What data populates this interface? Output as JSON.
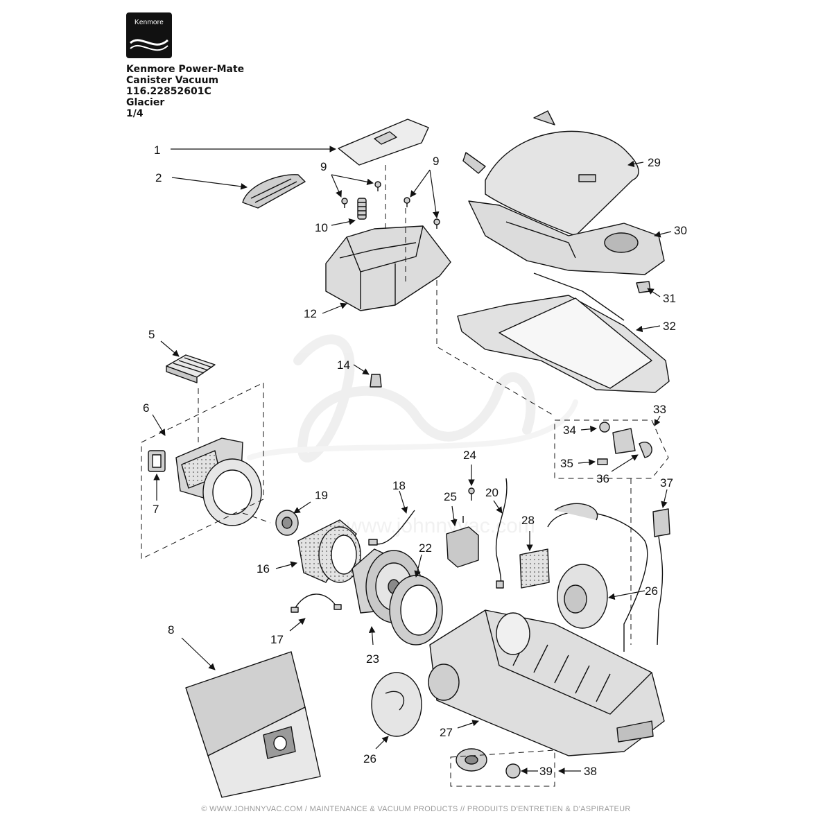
{
  "logo": {
    "brand": "Kenmore"
  },
  "header": {
    "line1": "Kenmore Power-Mate",
    "line2": "Canister Vacuum",
    "line3": "116.22852601C",
    "line4": "Glacier",
    "line5": "1/4"
  },
  "watermark": {
    "text": "www.johnnyvac.com"
  },
  "callouts": [
    "1",
    "2",
    "9",
    "9",
    "10",
    "12",
    "5",
    "14",
    "6",
    "7",
    "19",
    "18",
    "16",
    "17",
    "8",
    "23",
    "22",
    "25",
    "24",
    "20",
    "28",
    "26",
    "26",
    "27",
    "29",
    "30",
    "31",
    "32",
    "33",
    "34",
    "35",
    "36",
    "37",
    "38",
    "39"
  ],
  "footer": {
    "text": "© WWW.JOHNNYVAC.COM / MAINTENANCE & VACUUM PRODUCTS  //  PRODUITS D'ENTRETIEN & D'ASPIRATEUR"
  },
  "colors": {
    "line": "#111111",
    "part_fill": "#d9d9d9",
    "part_dark": "#a9a9a9",
    "watermark": "#e6e6e6"
  }
}
